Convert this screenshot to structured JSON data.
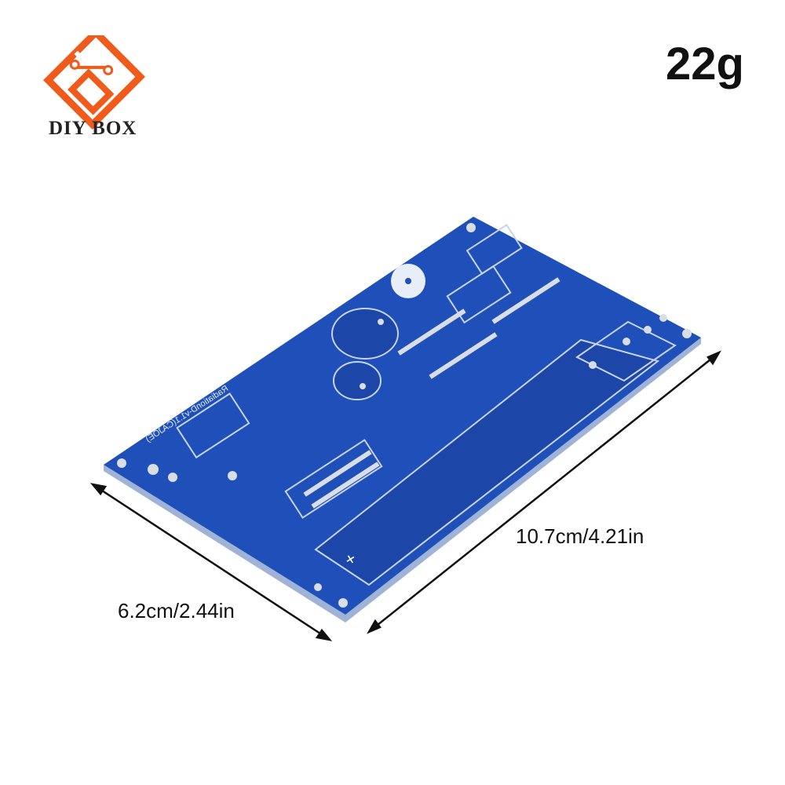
{
  "brand": {
    "name": "DIY BOX",
    "logo_color": "#f05a1a"
  },
  "weight_label": "22g",
  "dimensions": {
    "width_label": "6.2cm/2.44in",
    "length_label": "10.7cm/4.21in"
  },
  "pcb": {
    "color": "#1f4fb8",
    "silkscreen_title": "RadiationD-v1.1(CAJOE)"
  }
}
